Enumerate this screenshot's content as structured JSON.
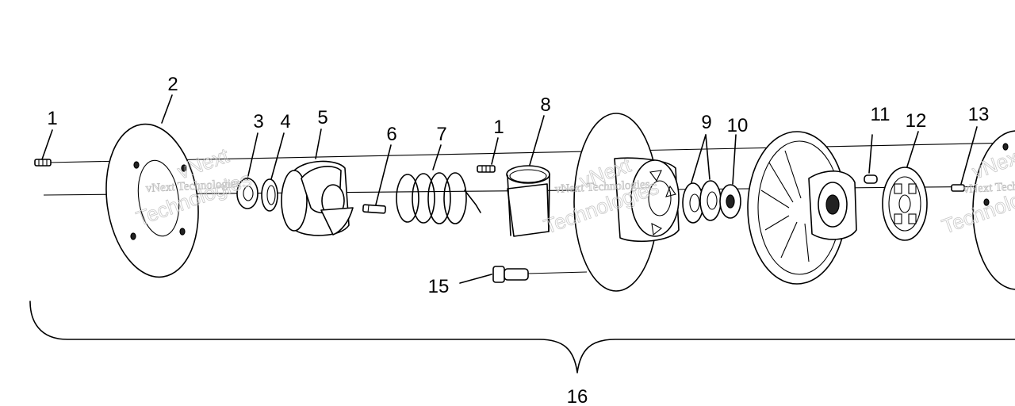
{
  "callouts": [
    {
      "id": "1",
      "part": "screw-left"
    },
    {
      "id": "2",
      "part": "cover-plate"
    },
    {
      "id": "3",
      "part": "washer"
    },
    {
      "id": "4",
      "part": "ring"
    },
    {
      "id": "5",
      "part": "cam-helix"
    },
    {
      "id": "6",
      "part": "pin"
    },
    {
      "id": "7",
      "part": "spring"
    },
    {
      "id": "1",
      "part": "screw-center"
    },
    {
      "id": "8",
      "part": "bushing-sleeve"
    },
    {
      "id": "9",
      "part": "washers-pair"
    },
    {
      "id": "10",
      "part": "spacer-washer"
    },
    {
      "id": "11",
      "part": "pin-right"
    },
    {
      "id": "12",
      "part": "retainer-plate"
    },
    {
      "id": "13",
      "part": "screw-right"
    },
    {
      "id": "15",
      "part": "stud-bolt"
    },
    {
      "id": "16",
      "part": "assembly"
    }
  ],
  "watermark": {
    "line1": "vNext",
    "line2": "vNext Technologies",
    "line3": "Technologies"
  }
}
